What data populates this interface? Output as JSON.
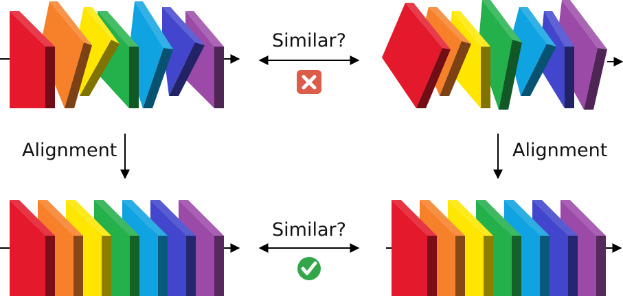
{
  "labels": {
    "similar_top": "Similar?",
    "similar_bottom": "Similar?",
    "alignment_left": "Alignment",
    "alignment_right": "Alignment"
  },
  "status": {
    "top": "cross-icon",
    "bottom": "check-icon"
  },
  "colors": {
    "layers": [
      "#e41a2c",
      "#f7812a",
      "#ffe600",
      "#24b04b",
      "#0fa3e2",
      "#4146cc",
      "#9c4aa8"
    ],
    "cross_badge": "#db5c48",
    "check_badge": "#33a64a",
    "arrow": "#000000"
  }
}
